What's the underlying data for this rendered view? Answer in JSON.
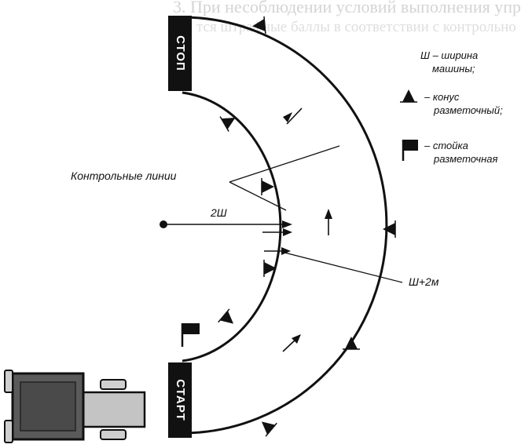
{
  "background": {
    "line1": "3. При несоблюдении условий выполнения упр",
    "line2": "тся штрафные баллы в соответствии с контрольно"
  },
  "labels": {
    "start": "СТАРТ",
    "stop": "СТОП",
    "control_lines": "Контрольные линии",
    "radius": "2Ш",
    "width": "Ш+2м"
  },
  "legend": {
    "width_line1": "Ш – ширина",
    "width_line2": "машины;",
    "cone_line1": "– конус",
    "cone_line2": "разметочный;",
    "post_line1": "– стойка",
    "post_line2": "разметочная"
  },
  "colors": {
    "ink": "#111111",
    "box_fill": "#111111",
    "box_text": "#ffffff",
    "tractor_body": "#5a5a5a",
    "tractor_hood": "#c4c4c4"
  },
  "icons": {
    "cone": "cone-icon",
    "post": "post-icon",
    "arrow": "arrow-icon",
    "tractor": "tractor-icon"
  }
}
